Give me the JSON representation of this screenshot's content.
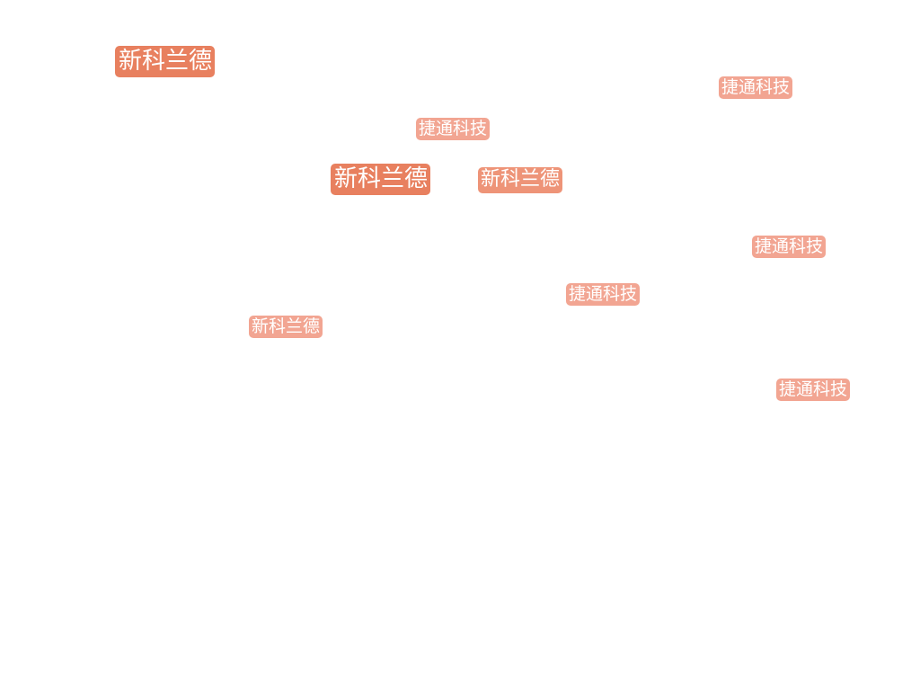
{
  "colors": {
    "background": "#ffffff",
    "tag_text": "#ffffff",
    "tag_dark": "#e8805f",
    "tag_mid": "#ee9478",
    "tag_light": "#f2a592"
  },
  "tags": [
    {
      "label": "新科兰德"
    },
    {
      "label": "捷通科技"
    },
    {
      "label": "捷通科技"
    },
    {
      "label": "新科兰德"
    },
    {
      "label": "新科兰德"
    },
    {
      "label": "捷通科技"
    },
    {
      "label": "捷通科技"
    },
    {
      "label": "新科兰德"
    },
    {
      "label": "捷通科技"
    }
  ]
}
